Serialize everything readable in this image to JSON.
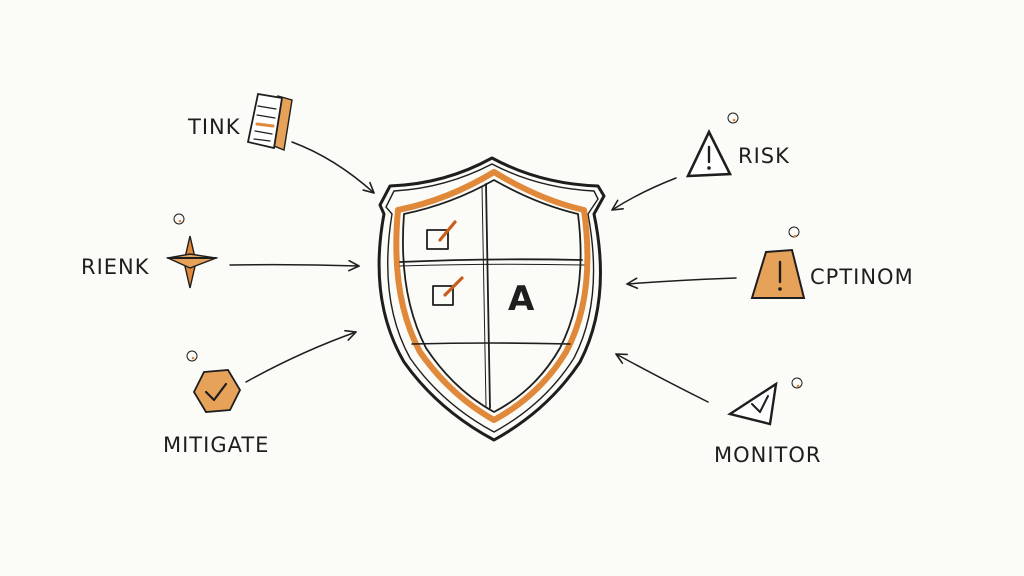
{
  "labels": {
    "tink": "TINK",
    "rienk": "RIENK",
    "mitigate": "MITIGATE",
    "risk": "RISK",
    "cptinom": "CPTINOM",
    "monitor": "MONITOR",
    "shield_letter": "A"
  },
  "icons": {
    "tink": "document-icon",
    "rienk": "compass-icon",
    "mitigate": "hexagon-check-icon",
    "risk": "warning-triangle-icon",
    "cptinom": "warning-trapezoid-icon",
    "monitor": "triangle-check-icon",
    "center": "shield-icon"
  },
  "colors": {
    "ink": "#1e1e1e",
    "accent": "#e0893a",
    "accent_dark": "#c85e1c",
    "background": "#fbfbf8"
  }
}
